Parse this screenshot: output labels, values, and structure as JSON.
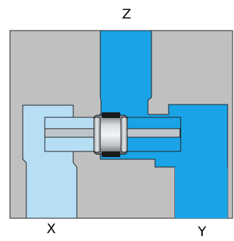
{
  "ports": {
    "z": "Z",
    "x": "X",
    "y": "Y"
  },
  "colors": {
    "housing": "#c0c0c0",
    "outline": "#222222",
    "active_passage": "#1aa3e6",
    "inactive_passage": "#b6def5",
    "spool_body": "#c8cccf",
    "spool_bore": "#ffffff",
    "spool_inner": "#bfc6cb",
    "seal": "#1a1a1a"
  },
  "icons": [
    "valve-housing",
    "spool",
    "seal"
  ]
}
